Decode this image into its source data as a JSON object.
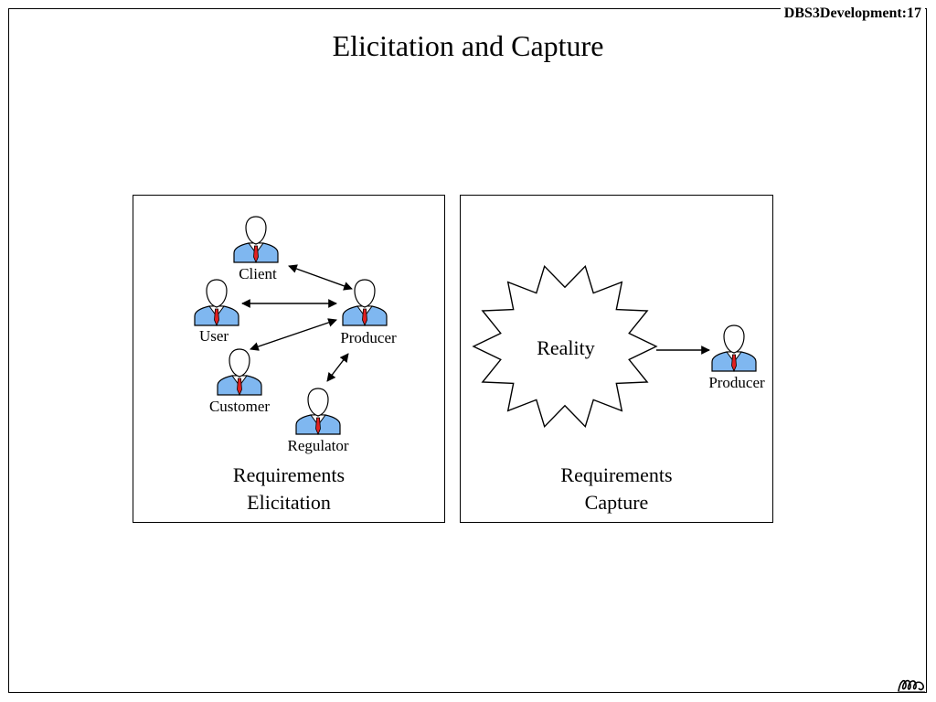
{
  "slide_id": "DBS3Development:17",
  "title": "Elicitation and Capture",
  "elicitation": {
    "caption_line1": "Requirements",
    "caption_line2": "Elicitation",
    "people": {
      "client": "Client",
      "user": "User",
      "producer": "Producer",
      "customer": "Customer",
      "regulator": "Regulator"
    }
  },
  "capture": {
    "caption_line1": "Requirements",
    "caption_line2": "Capture",
    "reality_label": "Reality",
    "producer": "Producer"
  },
  "colors": {
    "suit": "#7fb7f0",
    "tie": "#e02020",
    "line": "#000000"
  },
  "icons": {
    "person": "person-icon",
    "logo": "logo-icon"
  }
}
